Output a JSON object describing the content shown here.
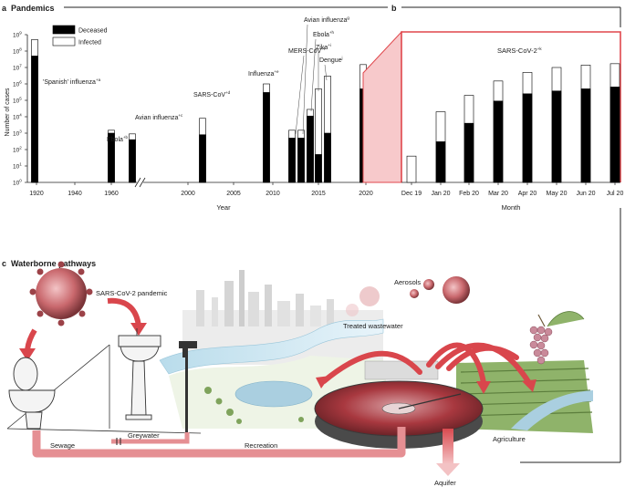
{
  "panel_a": {
    "letter": "a",
    "title": "Pandemics",
    "y_axis_label": "Number of cases",
    "x_axis_label": "Year",
    "y_ticks": [
      "10",
      "10",
      "10",
      "10",
      "10",
      "10",
      "10",
      "10",
      "10",
      "10"
    ],
    "y_exponents": [
      "9",
      "8",
      "7",
      "6",
      "5",
      "4",
      "3",
      "2",
      "1",
      "0"
    ],
    "x_ticks": [
      "1920",
      "1940",
      "1960",
      "2000",
      "2005",
      "2010",
      "2015",
      "2020"
    ],
    "legend": {
      "deceased": "Deceased",
      "infected": "Infected"
    },
    "event_labels": {
      "spanish": "'Spanish' influenza",
      "spanish_sup": "+a",
      "ebola1": "Ebola",
      "ebola1_sup": "+b",
      "avian1": "Avian influenza",
      "avian1_sup": "+c",
      "sars": "SARS-CoV",
      "sars_sup": "+d",
      "influenza": "Influenza",
      "influenza_sup": "+e",
      "mers": "MERS-CoV",
      "mers_sup": "+f",
      "avian2": "Avian influenza",
      "avian2_sup": "g",
      "ebola2": "Ebola",
      "ebola2_sup": "+h",
      "zika": "Zika",
      "zika_sup": "+i",
      "dengue": "Dengue",
      "dengue_sup": "j"
    }
  },
  "panel_b": {
    "letter": "b",
    "x_axis_label": "Month",
    "months": [
      "Dec 19",
      "Jan 20",
      "Feb 20",
      "Mar 20",
      "Apr 20",
      "May 20",
      "Jun 20",
      "Jul 20"
    ],
    "series_label": "SARS-CoV-2",
    "series_label_sup": "+k"
  },
  "panel_c": {
    "letter": "c",
    "title": "Waterborne pathways",
    "labels": {
      "pandemic": "SARS-CoV-2 pandemic",
      "aerosols": "Aerosols",
      "treated": "Treated wastewater",
      "sewage": "Sewage",
      "greywater": "Greywater",
      "recreation": "Recreation",
      "agriculture": "Agriculture",
      "aquifer": "Aquifer"
    }
  },
  "colors": {
    "deceased": "#000000",
    "infected": "#ffffff",
    "highlight": "#e0474c",
    "highlight_fill": "#f7c9cb",
    "pipe": "#e58f93"
  },
  "chart_data": [
    {
      "type": "bar",
      "panel": "a",
      "yscale": "log",
      "ylim": [
        1,
        1000000000
      ],
      "categories": [
        "1918 'Spanish' influenza",
        "1976 Ebola",
        "1997 Avian influenza",
        "2002 SARS-CoV",
        "2009 Influenza",
        "2012 MERS-CoV",
        "2013 Avian influenza",
        "2014 Ebola",
        "2015 Zika",
        "2016 Dengue",
        "2020 SARS-CoV-2"
      ],
      "x": [
        1918,
        1976,
        1997,
        2002,
        2009,
        2012,
        2013,
        2014,
        2015,
        2016,
        2020
      ],
      "series": [
        {
          "name": "Deceased",
          "values": [
            50000000,
            1000,
            400,
            800,
            300000,
            500,
            500,
            11000,
            50,
            1000,
            500000
          ]
        },
        {
          "name": "Infected",
          "values": [
            500000000,
            1500,
            900,
            8000,
            1000000,
            1500,
            1500,
            28000,
            500000,
            3000000,
            15000000
          ]
        }
      ]
    },
    {
      "type": "bar",
      "panel": "b",
      "yscale": "log",
      "categories": [
        "Dec 19",
        "Jan 20",
        "Feb 20",
        "Mar 20",
        "Apr 20",
        "May 20",
        "Jun 20",
        "Jul 20"
      ],
      "series": [
        {
          "name": "Deceased",
          "values": [
            0,
            300,
            4000,
            90000,
            250000,
            370000,
            500000,
            650000
          ]
        },
        {
          "name": "Infected",
          "values": [
            40,
            20000,
            200000,
            1500000,
            5000000,
            10000000,
            14000000,
            17000000
          ]
        }
      ]
    }
  ]
}
